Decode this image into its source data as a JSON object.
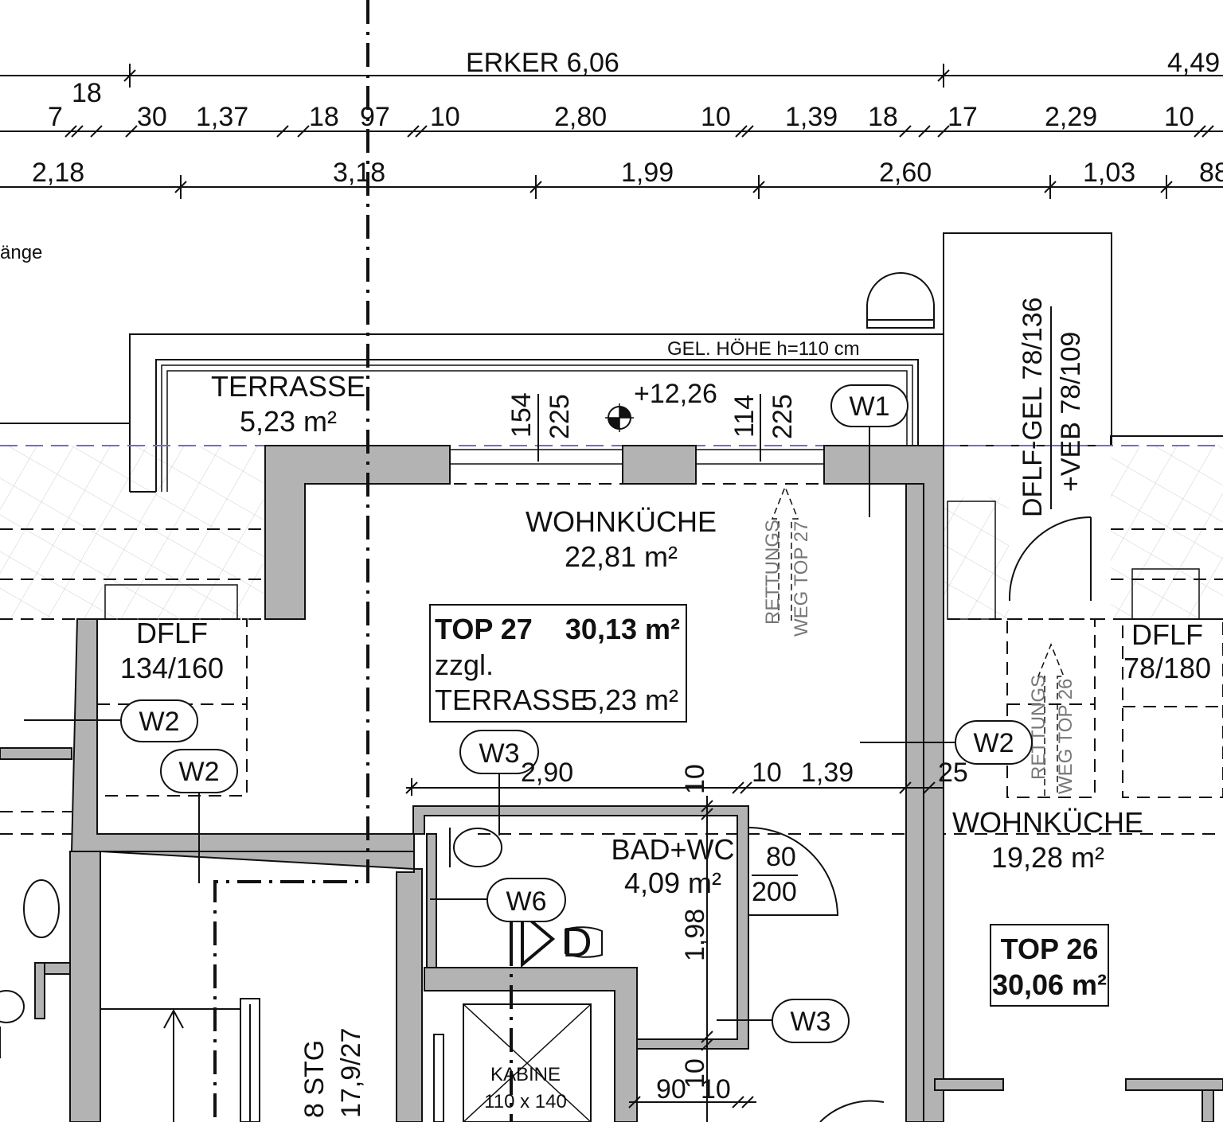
{
  "dim_row1": {
    "erker": "ERKER 6,06",
    "right": "4,49"
  },
  "dim_row2": [
    "18",
    "7",
    "30",
    "1,37",
    "18",
    "97",
    "10",
    "2,80",
    "10",
    "1,39",
    "18",
    "17",
    "2,29",
    "10"
  ],
  "dim_row3": [
    "2,18",
    "3,18",
    "1,99",
    "2,60",
    "1,03",
    "88"
  ],
  "misc": {
    "haenge": "änge",
    "gel_hoehe": "GEL. HÖHE h=110 cm",
    "level": "+12,26"
  },
  "terrace": {
    "name": "TERRASSE",
    "area": "5,23 m²"
  },
  "window_heights": [
    "154",
    "225",
    "114",
    "225"
  ],
  "dflf_gel": {
    "line1": "DFLF-GEL 78/136",
    "line2": "+VEB 78/109"
  },
  "rooms": {
    "wohnkueche_27": {
      "name": "WOHNKÜCHE",
      "area": "22,81 m²"
    },
    "wohnkueche_26": {
      "name": "WOHNKÜCHE",
      "area": "19,28 m²"
    },
    "bad": {
      "name": "BAD+WC",
      "area": "4,09 m²"
    },
    "kabine": {
      "name": "KABINE",
      "size": "110 x 140"
    }
  },
  "rettung_27": {
    "line1": "RETTUNGS",
    "line2": "WEG TOP 27"
  },
  "rettung_26": {
    "line1": "RETTUNGS",
    "line2": "WEG TOP 26"
  },
  "dflf_left": {
    "name": "DFLF",
    "size": "134/160"
  },
  "dflf_right": {
    "name": "DFLF",
    "size": "78/180"
  },
  "top27": {
    "label": "TOP 27",
    "area": "30,13 m²",
    "zzgl": "zzgl.",
    "terrasse_label": "TERRASSE",
    "terrasse_area": "5,23 m²"
  },
  "top26": {
    "label": "TOP 26",
    "area": "30,06 m²"
  },
  "tags": {
    "w1": "W1",
    "w2": "W2",
    "w3": "W3",
    "w6": "W6"
  },
  "inner_dims": {
    "d290": "2,90",
    "d10a": "10",
    "d10b": "10",
    "d139": "1,39",
    "d25": "25",
    "d80": "80",
    "d200": "200",
    "d198": "1,98",
    "d10c": "10",
    "d90": "90",
    "d10d": "10"
  },
  "stairs": {
    "stg": "8 STG",
    "size": "17,9/27"
  },
  "symbols": {
    "d": "D"
  }
}
